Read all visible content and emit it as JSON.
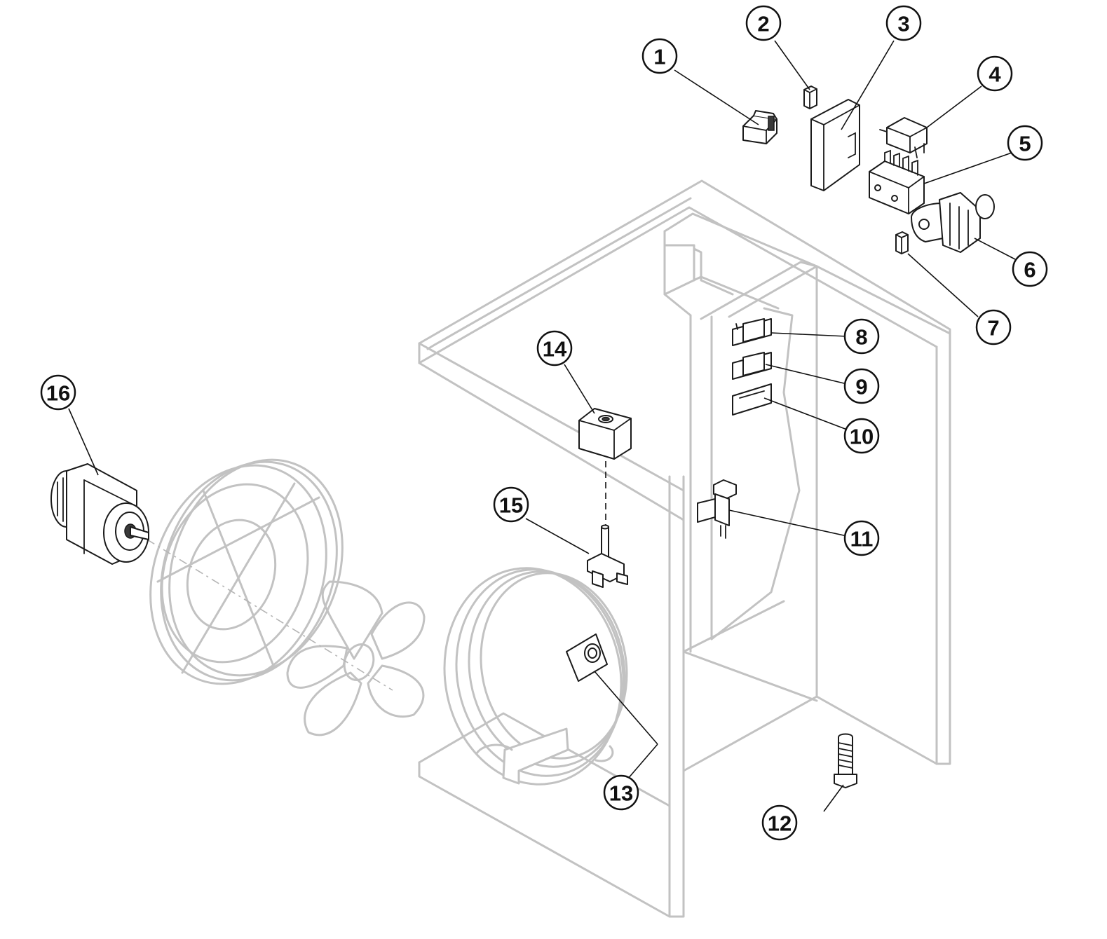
{
  "callouts": [
    {
      "id": "callout-1",
      "label": "1"
    },
    {
      "id": "callout-2",
      "label": "2"
    },
    {
      "id": "callout-3",
      "label": "3"
    },
    {
      "id": "callout-4",
      "label": "4"
    },
    {
      "id": "callout-5",
      "label": "5"
    },
    {
      "id": "callout-6",
      "label": "6"
    },
    {
      "id": "callout-7",
      "label": "7"
    },
    {
      "id": "callout-8",
      "label": "8"
    },
    {
      "id": "callout-9",
      "label": "9"
    },
    {
      "id": "callout-10",
      "label": "10"
    },
    {
      "id": "callout-11",
      "label": "11"
    },
    {
      "id": "callout-12",
      "label": "12"
    },
    {
      "id": "callout-13",
      "label": "13"
    },
    {
      "id": "callout-14",
      "label": "14"
    },
    {
      "id": "callout-15",
      "label": "15"
    },
    {
      "id": "callout-16",
      "label": "16"
    }
  ]
}
